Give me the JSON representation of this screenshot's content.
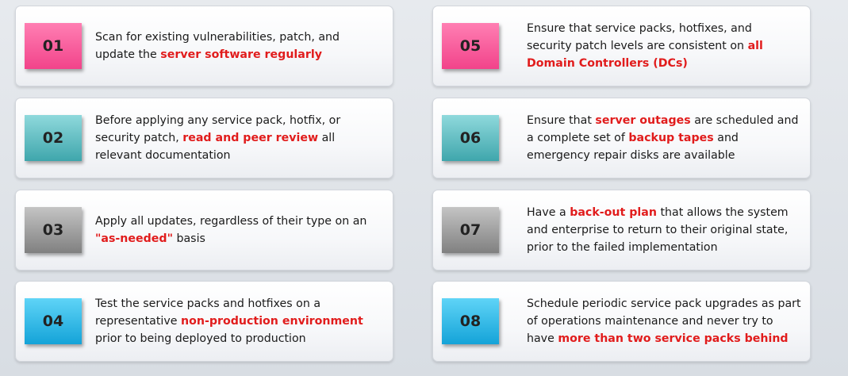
{
  "colors": {
    "highlight": "#e11c1c",
    "pink": "#f2438a",
    "teal": "#3fa6ac",
    "gray": "#808080",
    "blue": "#14a3d8"
  },
  "cards": [
    {
      "num": "01",
      "color": "pink",
      "a": "Scan for existing vulnerabilities, patch, and update the ",
      "h1": "server software regularly",
      "b": "",
      "h2": "",
      "c": ""
    },
    {
      "num": "02",
      "color": "teal",
      "a": "Before applying any service pack, hotfix, or security patch, ",
      "h1": "read and peer review",
      "b": " all relevant documentation",
      "h2": "",
      "c": ""
    },
    {
      "num": "03",
      "color": "gray",
      "a": "Apply all updates, regardless of their type on an ",
      "h1": "\"as-needed\"",
      "b": " basis",
      "h2": "",
      "c": ""
    },
    {
      "num": "04",
      "color": "blue",
      "a": "Test the service packs and hotfixes on a representative ",
      "h1": "non-production environment",
      "b": " prior to being deployed to production",
      "h2": "",
      "c": ""
    },
    {
      "num": "05",
      "color": "pink",
      "a": "Ensure that service packs, hotfixes, and security patch levels are consistent on ",
      "h1": "all Domain Controllers (DCs)",
      "b": "",
      "h2": "",
      "c": ""
    },
    {
      "num": "06",
      "color": "teal",
      "a": "Ensure that ",
      "h1": "server outages",
      "b": " are scheduled and a complete set of ",
      "h2": "backup tapes",
      "c": " and emergency repair disks are available"
    },
    {
      "num": "07",
      "color": "gray",
      "a": "Have a ",
      "h1": "back-out plan",
      "b": " that allows the system and enterprise to return to their original state, prior to the failed implementation",
      "h2": "",
      "c": ""
    },
    {
      "num": "08",
      "color": "blue",
      "a": "Schedule periodic service pack upgrades as part of operations maintenance and never try to have ",
      "h1": "more than two service packs behind",
      "b": "",
      "h2": "",
      "c": ""
    }
  ]
}
